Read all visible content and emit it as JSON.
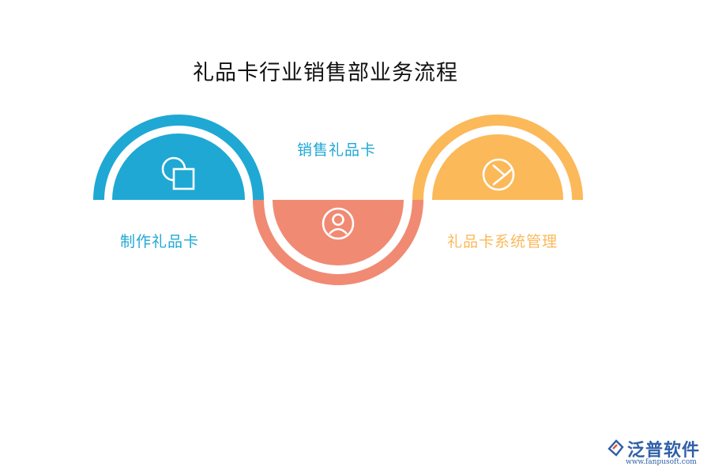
{
  "title": "礼品卡行业销售部业务流程",
  "steps": [
    {
      "label": "制作礼品卡",
      "color": "#1fa8d4",
      "icon": "shapes-icon"
    },
    {
      "label": "销售礼品卡",
      "color": "#f18a73",
      "icon": "user-circle-icon"
    },
    {
      "label": "礼品卡系统管理",
      "color": "#fbb95a",
      "icon": "pie-chart-icon"
    }
  ],
  "label_colors": [
    "#1fa8d4",
    "#1fa8d4",
    "#fbb95a"
  ],
  "logo": {
    "name": "泛普软件",
    "url": "www.fanpusoft.com",
    "color": "#2f5fa8"
  }
}
